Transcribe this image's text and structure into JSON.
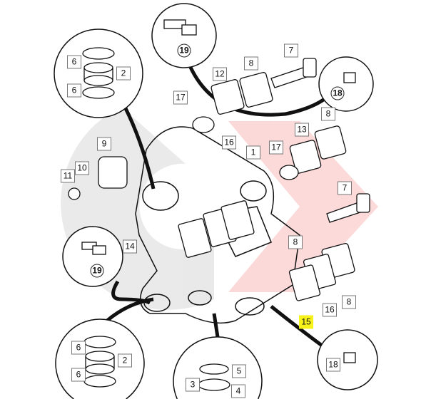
{
  "diagram": {
    "highlight_color": "#f7f21a",
    "labels": [
      {
        "id": "19",
        "text": "19",
        "style": "circle"
      },
      {
        "id": "6",
        "text": "6"
      },
      {
        "id": "2",
        "text": "2"
      },
      {
        "id": "6b",
        "text": "6"
      },
      {
        "id": "8",
        "text": "8"
      },
      {
        "id": "7",
        "text": "7"
      },
      {
        "id": "12",
        "text": "12"
      },
      {
        "id": "18",
        "text": "18",
        "style": "circle"
      },
      {
        "id": "17",
        "text": "17"
      },
      {
        "id": "16",
        "text": "16"
      },
      {
        "id": "1",
        "text": "1"
      },
      {
        "id": "13",
        "text": "13"
      },
      {
        "id": "8b",
        "text": "8"
      },
      {
        "id": "17b",
        "text": "17"
      },
      {
        "id": "9",
        "text": "9"
      },
      {
        "id": "10",
        "text": "10"
      },
      {
        "id": "11",
        "text": "11"
      },
      {
        "id": "7b",
        "text": "7"
      },
      {
        "id": "8c",
        "text": "8"
      },
      {
        "id": "14",
        "text": "14"
      },
      {
        "id": "19b",
        "text": "19",
        "style": "circle"
      },
      {
        "id": "16b",
        "text": "16"
      },
      {
        "id": "8d",
        "text": "8"
      },
      {
        "id": "15",
        "text": "15",
        "highlighted": true
      },
      {
        "id": "18b",
        "text": "18"
      },
      {
        "id": "6c",
        "text": "6"
      },
      {
        "id": "2b",
        "text": "2"
      },
      {
        "id": "6d",
        "text": "6"
      },
      {
        "id": "5",
        "text": "5"
      },
      {
        "id": "3",
        "text": "3"
      },
      {
        "id": "4",
        "text": "4"
      }
    ]
  }
}
